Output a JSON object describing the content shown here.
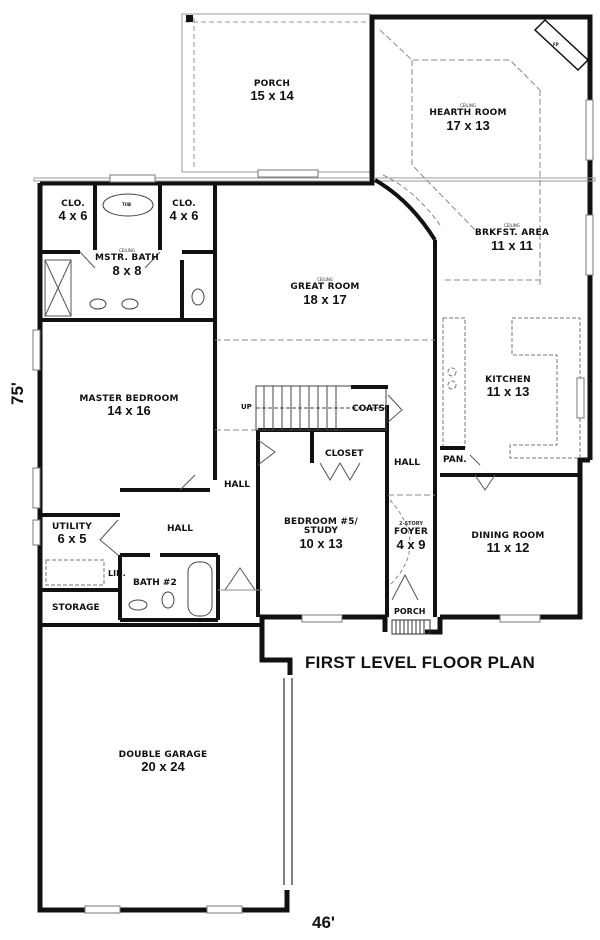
{
  "plan": {
    "title": "FIRST LEVEL FLOOR PLAN",
    "overall_depth": "75'",
    "overall_width": "46'",
    "rooms": {
      "porch_rear": {
        "name": "PORCH",
        "dims": "15 x 14"
      },
      "hearth_room": {
        "name": "HEARTH ROOM",
        "dims": "17 x 13",
        "note": "CEILING"
      },
      "breakfast_area": {
        "name": "BRKFST. AREA",
        "dims": "11 x 11",
        "note": "CEILING"
      },
      "closet_left": {
        "name": "CLO.",
        "dims": "4 x 6"
      },
      "closet_right": {
        "name": "CLO.",
        "dims": "4 x 6"
      },
      "master_bath": {
        "name": "MSTR. BATH",
        "dims": "8 x 8",
        "note": "CEILING"
      },
      "great_room": {
        "name": "GREAT ROOM",
        "dims": "18 x 17",
        "note": "CEILING"
      },
      "master_bedroom": {
        "name": "MASTER BEDROOM",
        "dims": "14 x 16"
      },
      "kitchen": {
        "name": "KITCHEN",
        "dims": "11 x 13"
      },
      "bedroom5": {
        "name": "BEDROOM #5/",
        "name2": "STUDY",
        "dims": "10 x 13"
      },
      "foyer": {
        "name": "FOYER",
        "dims": "4 x 9",
        "note": "2-STORY"
      },
      "dining_room": {
        "name": "DINING ROOM",
        "dims": "11 x 12"
      },
      "utility": {
        "name": "UTILITY",
        "dims": "6 x 5"
      },
      "double_garage": {
        "name": "DOUBLE GARAGE",
        "dims": "20 x 24"
      }
    },
    "small_labels": {
      "coats": "COATS",
      "closet": "CLOSET",
      "hall_1": "HALL",
      "hall_2": "HALL",
      "hall_3": "HALL",
      "pantry": "PAN.",
      "bath2": "BATH #2",
      "linen": "LIN.",
      "storage": "STORAGE",
      "porch_front": "PORCH",
      "up": "UP",
      "tub": "TUB",
      "fireplace": "FP"
    }
  }
}
